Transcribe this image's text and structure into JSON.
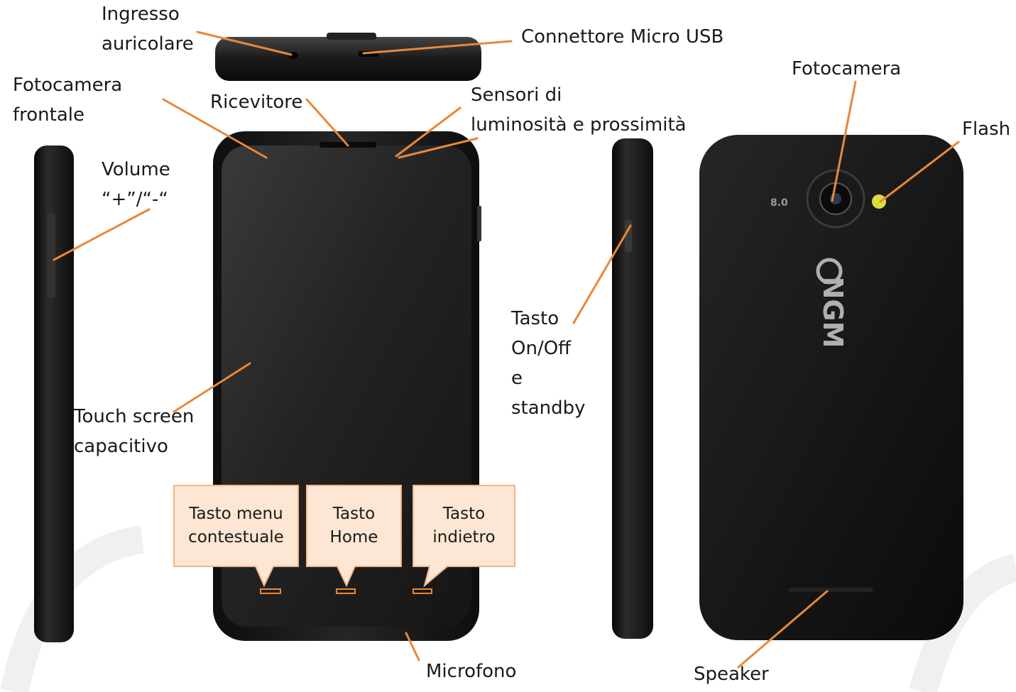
{
  "labels": {
    "headphone_jack": [
      "Ingresso",
      "auricolare"
    ],
    "micro_usb": [
      "Connettore Micro USB"
    ],
    "front_camera": [
      "Fotocamera",
      "frontale"
    ],
    "receiver": [
      "Ricevitore"
    ],
    "sensors": [
      "Sensori di",
      "luminosità e prossimità"
    ],
    "volume": [
      "Volume",
      "“+”/“-“"
    ],
    "touch_screen": [
      "Touch screen",
      "capacitivo"
    ],
    "power_key": [
      "Tasto",
      "On/Off",
      "e",
      "standby"
    ],
    "rear_camera": [
      "Fotocamera"
    ],
    "flash": [
      "Flash"
    ],
    "microphone": [
      "Microfono"
    ],
    "speaker": [
      "Speaker"
    ]
  },
  "callouts": {
    "menu_key": [
      "Tasto menu",
      "contestuale"
    ],
    "home_key": [
      "Tasto",
      "Home"
    ],
    "back_key": [
      "Tasto",
      "indietro"
    ]
  },
  "phone": {
    "brand": "NGM",
    "camera_badge": "8.0"
  },
  "colors": {
    "leader_line": "#e8883a",
    "phone_body": "#1c1c1c",
    "screen": "#2a2a2a",
    "callout_fill": "#fde6d3",
    "callout_border": "#f2b68a",
    "flash": "#d8df3a"
  }
}
